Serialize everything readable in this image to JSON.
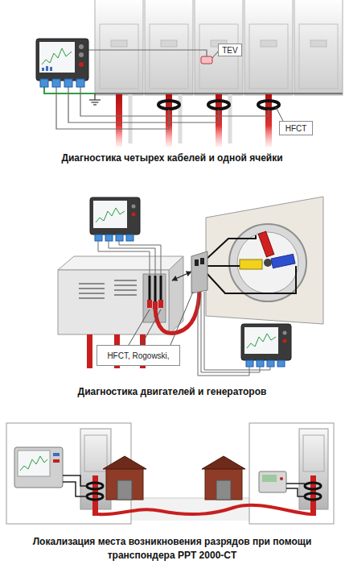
{
  "diagram": {
    "nodes": [
      {
        "text": [
          "TEV"
        ]
      },
      {
        "text": [
          "HFCT"
        ]
      },
      {
        "text": [
          "HFCT, Rogowski,"
        ]
      }
    ],
    "labels": [
      "Диагностика четырех кабелей и одной ячейки",
      "Диагностика двигателей и генераторов",
      "Локализация места возникновения разрядов при помощи транспондера PPT 2000-CT"
    ]
  }
}
